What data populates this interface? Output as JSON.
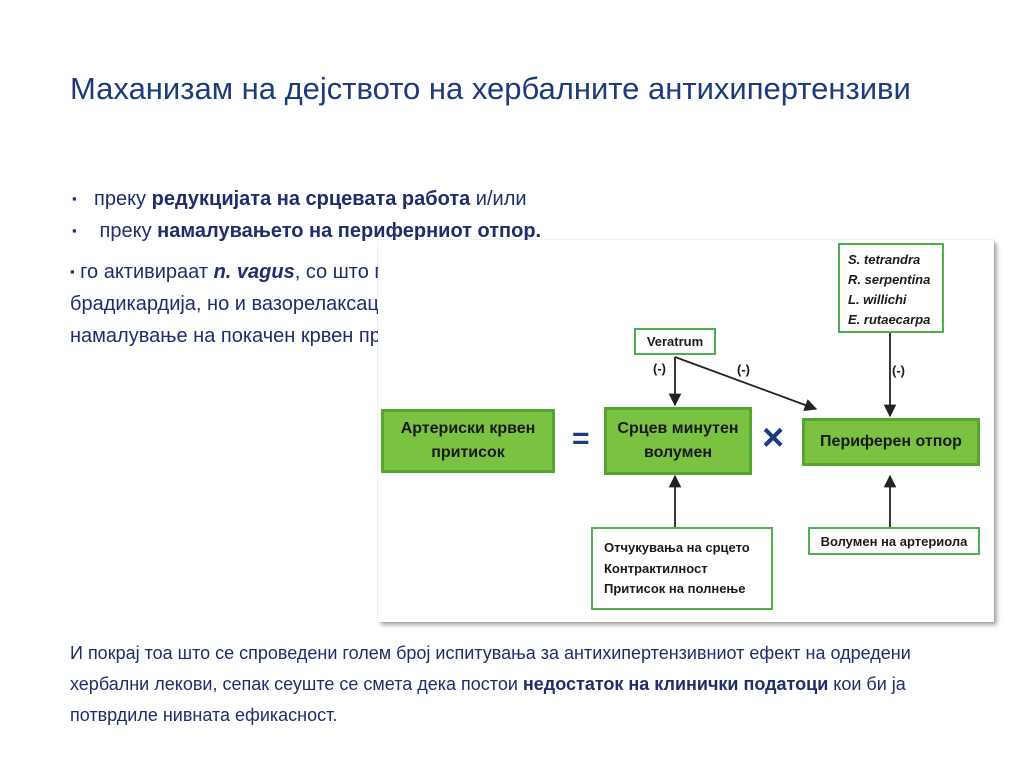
{
  "slide": {
    "title": "Маханизам на дејството на хербалните антихипертензиви"
  },
  "bullets": [
    {
      "marker": "▪",
      "prefix": "преку ",
      "bold": "редукцијата на срцевата работа",
      "suffix": " и/или"
    },
    {
      "marker": "▪",
      "prefix": " преку ",
      "bold": "намалувањето на периферниот отпор.",
      "suffix": ""
    }
  ],
  "vagus_paragraph": {
    "marker": "▪",
    "before": " го активираат ",
    "emph": "n. vagus",
    "after": ", со што предизвикуваат брадикардија, но и вазорелаксација, а со тоа и намалување на покачен крвен притисок."
  },
  "diagram": {
    "herbs": [
      "S. tetrandra",
      "R. serpentina",
      "L. willichi",
      "E. rutaecarpa"
    ],
    "veratrum": "Veratrum",
    "bp_line1": "Артериски крвен",
    "bp_line2": "притисок",
    "equals": "=",
    "co_line1": "Срцев минутен",
    "co_line2": "волумен",
    "times": "×",
    "pr": "Периферен отпор",
    "negative": "(-)",
    "heart_params": [
      "Отчукувања на срцето",
      "Контрактилност",
      "Притисок на полнење"
    ],
    "arteriole": "Волумен на артериола",
    "colors": {
      "box_fill": "#7bc142",
      "box_border": "#55a630",
      "text": "#1f2d6b"
    }
  },
  "conclusion": {
    "before": "И покрај тоа што се спроведени голем број испитувања за антихипертензивниот ефект на одредени хербални лекови, сепак сеуште се смета дека постои ",
    "bold": "недостаток на клинички податоци",
    "after": " кои би ја потврдиле нивната ефикасност."
  }
}
